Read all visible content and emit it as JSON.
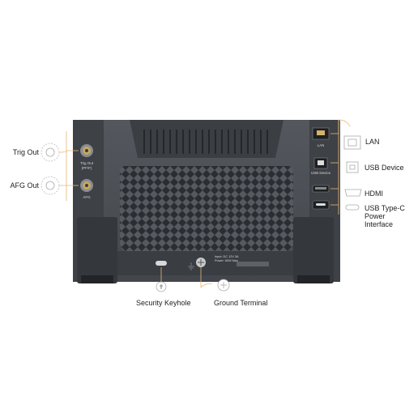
{
  "callouts": {
    "trig_out": "Trig Out",
    "afg_out": "AFG Out",
    "lan": "LAN",
    "usb_device": "USB Device",
    "hdmi": "HDMI",
    "usb_type_c_line1": "USB Type-C",
    "usb_type_c_line2": "Power",
    "usb_type_c_line3": "Interface",
    "security_keyhole": "Security Keyhole",
    "ground_terminal": "Ground Terminal"
  },
  "device_labels": {
    "trig_out_line1": "Trig Out",
    "trig_out_line2": "(PF/F)",
    "afg": "AFG",
    "lan": "LAN",
    "usb_device": "USB Device",
    "power_line1": "Input: DC 12V 3A",
    "power_line2": "Power: 60W Max"
  },
  "colors": {
    "accent_line": "#e8b877",
    "device_body": "#4a4d52",
    "device_dark": "#2f3236"
  }
}
